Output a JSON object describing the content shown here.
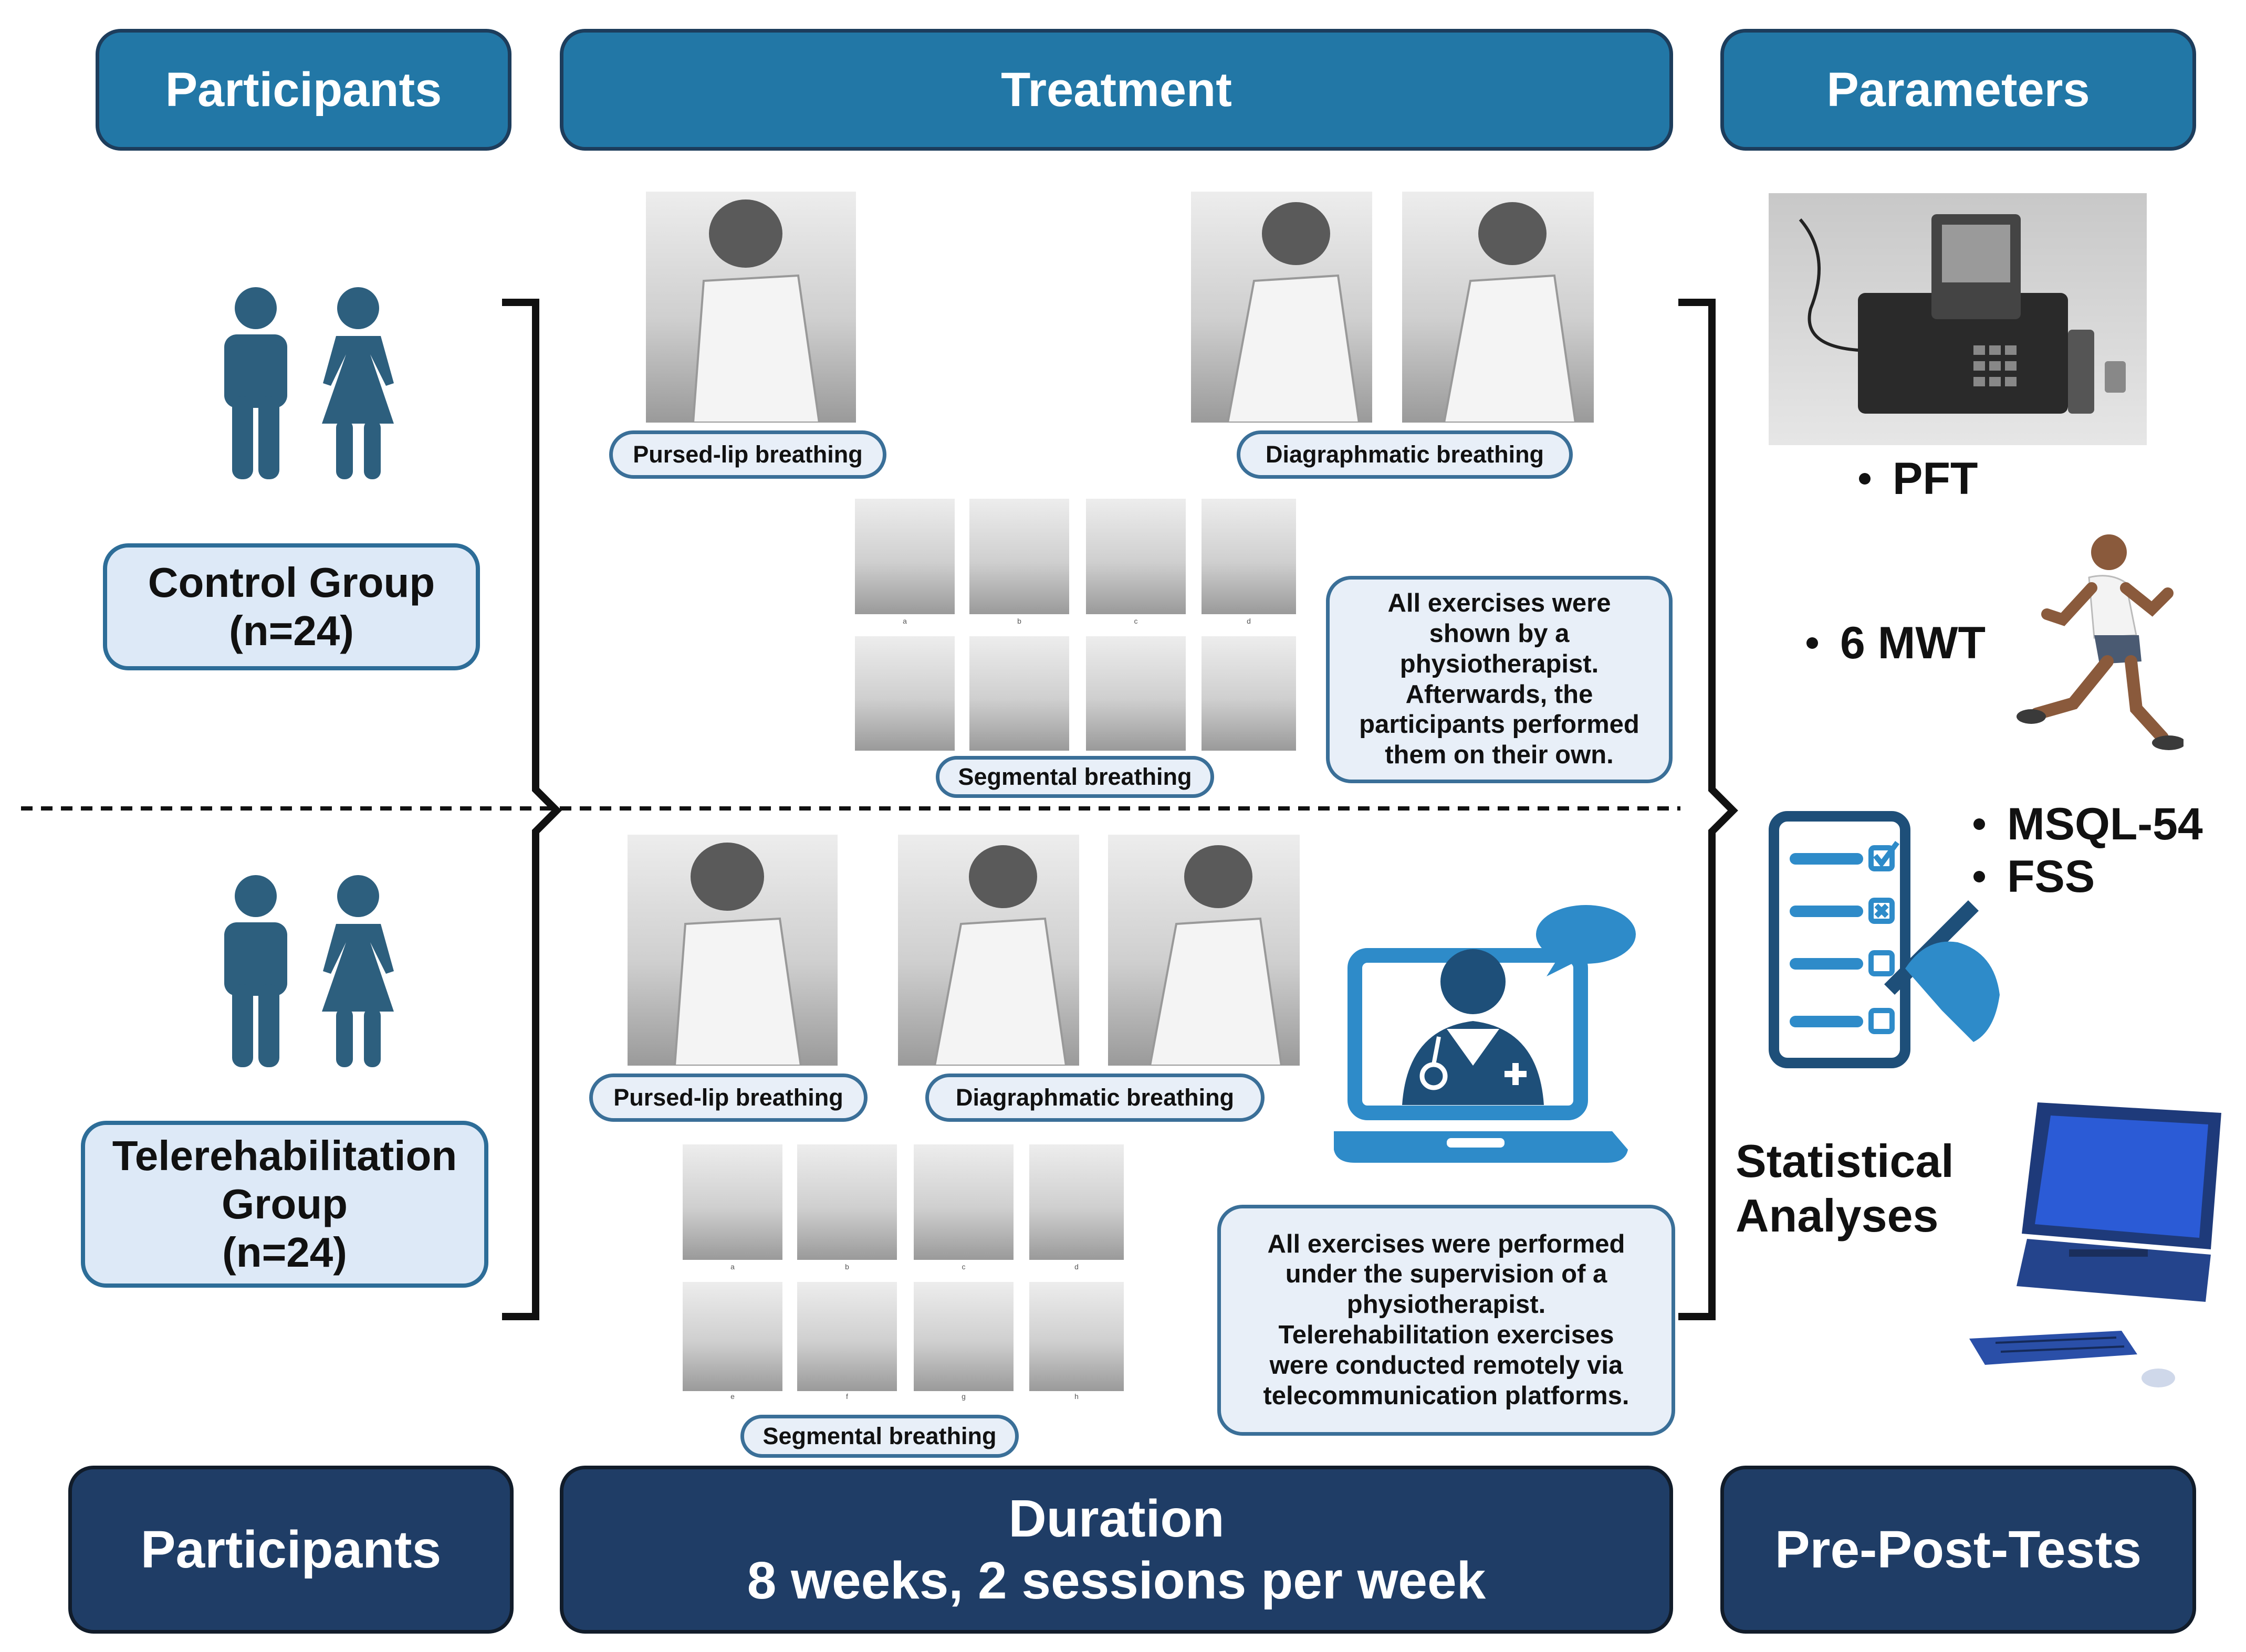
{
  "headers": {
    "participants": "Participants",
    "treatment": "Treatment",
    "parameters": "Parameters"
  },
  "groups": {
    "control": {
      "line1": "Control Group",
      "line2": "(n=24)"
    },
    "tele": {
      "line1": "Telerehabilitation",
      "line2": "Group",
      "line3": "(n=24)"
    }
  },
  "exercises": {
    "pursed": "Pursed-lip breathing",
    "diaphragmatic": "Diagraphmatic breathing",
    "segmental": "Segmental  breathing",
    "photo_letters": [
      "a",
      "b",
      "c",
      "d",
      "e",
      "f",
      "g",
      "h"
    ]
  },
  "notes": {
    "control": [
      "All exercises were",
      "shown by a",
      "physiotherapist.",
      "Afterwards, the",
      "participants performed",
      "them on their own."
    ],
    "tele": [
      "All exercises were performed",
      "under the supervision of a",
      "physiotherapist.",
      "Telerehabilitation exercises",
      "were conducted remotely via",
      "telecommunication platforms."
    ]
  },
  "parameters": {
    "pft": "PFT",
    "mwt": "6 MWT",
    "msql": "MSQL-54",
    "fss": "FSS",
    "stat_line1": "Statistical",
    "stat_line2": "Analyses"
  },
  "footers": {
    "participants": "Participants",
    "duration_line1": "Duration",
    "duration_line2": "8 weeks, 2 sessions per week",
    "prepost": "Pre-Post-Tests"
  },
  "colors": {
    "header_fill": "#2277a6",
    "footer_fill": "#1f3d66",
    "group_fill": "#dde9f7",
    "icon_person": "#2d5f7e",
    "icon_blue": "#2e8bc9"
  }
}
